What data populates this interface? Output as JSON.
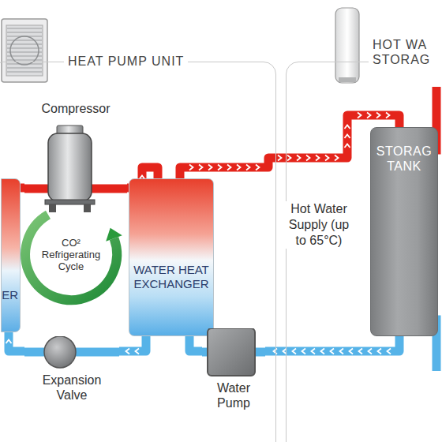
{
  "diagram": {
    "nodes": [
      {
        "text": [
          "HEAT PUMP UNIT"
        ]
      },
      {
        "text": [
          "ER"
        ],
        "in": 0
      },
      {
        "text": [
          "Compressor"
        ],
        "in": 0
      },
      {
        "text": [
          "WATER HEAT EXCHANGER"
        ],
        "in": 0
      },
      {
        "text": [
          "Expansion Valve"
        ],
        "in": 0
      },
      {
        "text": [
          "Water Pump"
        ],
        "in": 0
      },
      {
        "text": [
          "HOT WA STORAG"
        ]
      },
      {
        "text": [
          "STORAG TANK"
        ],
        "in": 6
      }
    ],
    "edges": [
      {
        "from": 1,
        "to": 2,
        "arrow": "to"
      },
      {
        "from": 2,
        "to": 3,
        "arrow": "to"
      },
      {
        "from": 3,
        "to": 7,
        "label": "Hot Water Supply (up to 65°C)",
        "arrow": "to"
      },
      {
        "from": 7,
        "to": 5,
        "arrow": "to"
      },
      {
        "from": 5,
        "to": 3,
        "arrow": "to"
      },
      {
        "from": 3,
        "to": 4,
        "arrow": "to"
      },
      {
        "from": 4,
        "to": 1,
        "arrow": "to"
      }
    ],
    "labels": [
      "CO² Refrigerating Cycle"
    ]
  }
}
